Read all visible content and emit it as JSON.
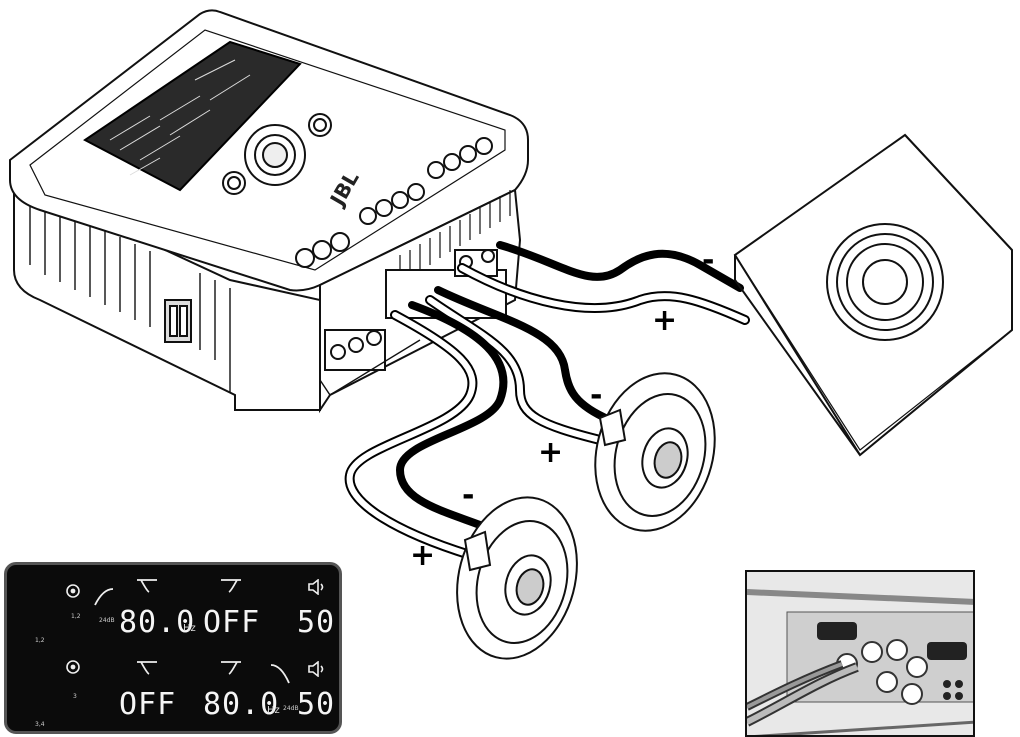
{
  "amplifier": {
    "brand": "JBL"
  },
  "polarity": {
    "sub_minus": "-",
    "sub_plus": "+",
    "front_minus": "-",
    "front_plus": "+",
    "rear_minus": "-",
    "rear_plus": "+"
  },
  "lcd": {
    "row1": {
      "channel": "1,2",
      "side_label": "1,2",
      "slope": "24dB",
      "hp_value": "80.0",
      "hp_unit": "Hz",
      "lp_value": "OFF",
      "gain_value": "50"
    },
    "row2": {
      "channel": "3",
      "side_label": "3,4",
      "hp_value": "OFF",
      "lp_value": "80.0",
      "lp_unit": "Hz",
      "slope": "24dB",
      "gain_value": "50"
    }
  }
}
